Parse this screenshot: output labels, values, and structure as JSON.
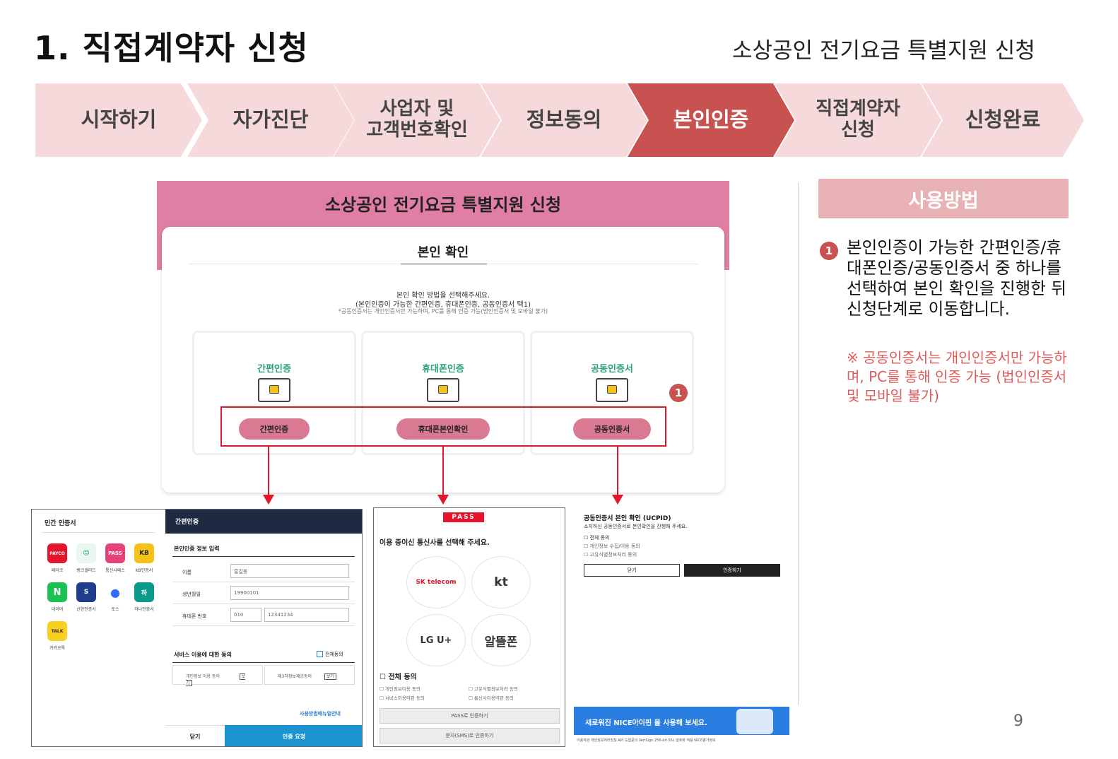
{
  "header": {
    "title": "1. 직접계약자 신청",
    "subtitle": "소상공인 전기요금 특별지원 신청"
  },
  "steps": [
    {
      "label": "시작하기"
    },
    {
      "label": "자가진단"
    },
    {
      "label": "사업자 및\n고객번호확인"
    },
    {
      "label": "정보동의"
    },
    {
      "label": "본인인증",
      "active": true
    },
    {
      "label": "직접계약자\n신청"
    },
    {
      "label": "신청완료"
    }
  ],
  "howto": {
    "heading": "사용방법",
    "num": "1",
    "text": "본인인증이 가능한 간편인증/휴대폰인증/공동인증서 중 하나를 선택하여 본인 확인을 진행한 뒤 신청단계로 이동합니다.",
    "note": "※ 공동인증서는 개인인증서만 가능하며, PC를 통해 인증 가능 (법인인증서 및 모바일 불가)"
  },
  "page_number": "9",
  "mockup": {
    "title": "소상공인 전기요금 특별지원 신청",
    "heading": "본인 확인",
    "desc1": "본인 확인 방법을 선택해주세요.",
    "desc2": "(본인인증이 가능한 간편인증, 휴대폰인증, 공동인증서 택1)",
    "desc3": "*공동인증서는 개인인증서만 가능하며, PC를 통해 인증 가능(법인인증서 및 모바일 불가)",
    "cards": [
      {
        "label": "간편인증",
        "button": "간편인증"
      },
      {
        "label": "휴대폰인증",
        "button": "휴대폰본인확인"
      },
      {
        "label": "공동인증서",
        "button": "공동인증서"
      }
    ],
    "marker": "1"
  },
  "simple_auth": {
    "left_title": "민간 인증서",
    "apps": [
      {
        "name": "페이코",
        "icon": "PAYCO",
        "color": "#e4152b"
      },
      {
        "name": "뱅크샐러드",
        "icon": "☺",
        "color": "#eaf7f0"
      },
      {
        "name": "통신사패스",
        "icon": "PASS",
        "color": "#e8407a"
      },
      {
        "name": "KB인증서",
        "icon": "KB",
        "color": "#f6c21a"
      },
      {
        "name": "네이버",
        "icon": "N",
        "color": "#19c253"
      },
      {
        "name": "신한인증서",
        "icon": "S",
        "color": "#1f3d8a"
      },
      {
        "name": "토스",
        "icon": "●",
        "color": "#2f6ef6"
      },
      {
        "name": "하나인증서",
        "icon": "하",
        "color": "#0a9a8a"
      },
      {
        "name": "카카오톡",
        "icon": "TALK",
        "color": "#f7d11f"
      }
    ],
    "top": "간편인증",
    "section": "본인인증 정보 입력",
    "fields": [
      {
        "label": "이름",
        "value": "홍길동"
      },
      {
        "label": "생년월일",
        "value": "19900101"
      },
      {
        "label": "휴대폰 번호",
        "prefix": "010",
        "value": "12341234"
      }
    ],
    "agree_title": "서비스 이용에 대한 동의",
    "agree_all": "전체동의",
    "agree1": "개인정보 이용 동의",
    "agree2": "제3자정보제공동의",
    "view": "보기",
    "manual": "사용방법매뉴얼안내",
    "close": "닫기",
    "request": "인증 요청"
  },
  "pass": {
    "logo": "PASS",
    "msg": "이용 중이신 통신사를 선택해 주세요.",
    "carriers": [
      "SK telecom",
      "kt",
      "LG U+",
      "알뜰폰"
    ],
    "all": "전체 동의",
    "terms": [
      "개인정보이용 동의",
      "고유식별정보처리 동의",
      "서비스이용약관 동의",
      "통신사이용약관 동의"
    ],
    "btn1": "PASS로 인증하기",
    "btn2": "문자(SMS)로 인증하기"
  },
  "ucpid": {
    "title": "공동인증서 본인 확인 (UCPID)",
    "sub": "소지하신 공동인증서로 본인확인을 진행해 주세요.",
    "checks": [
      "전체 동의",
      "개인정보 수집/이용 동의",
      "고유식별정보처리 동의"
    ],
    "close": "닫기",
    "auth": "인증하기"
  },
  "nice": {
    "banner": "새로워진 NICE아이핀 을 사용해 보세요.",
    "footer": "이용약관 개인정보처리방침 API 도입문의 VeriSign 256-bit SSL 암호화 적용 NICE평가정보"
  },
  "colors": {
    "accent": "#c8524f",
    "step_idle": "#f6d9db",
    "red": "#e4152b",
    "mockup_band": "#e07fa3"
  }
}
